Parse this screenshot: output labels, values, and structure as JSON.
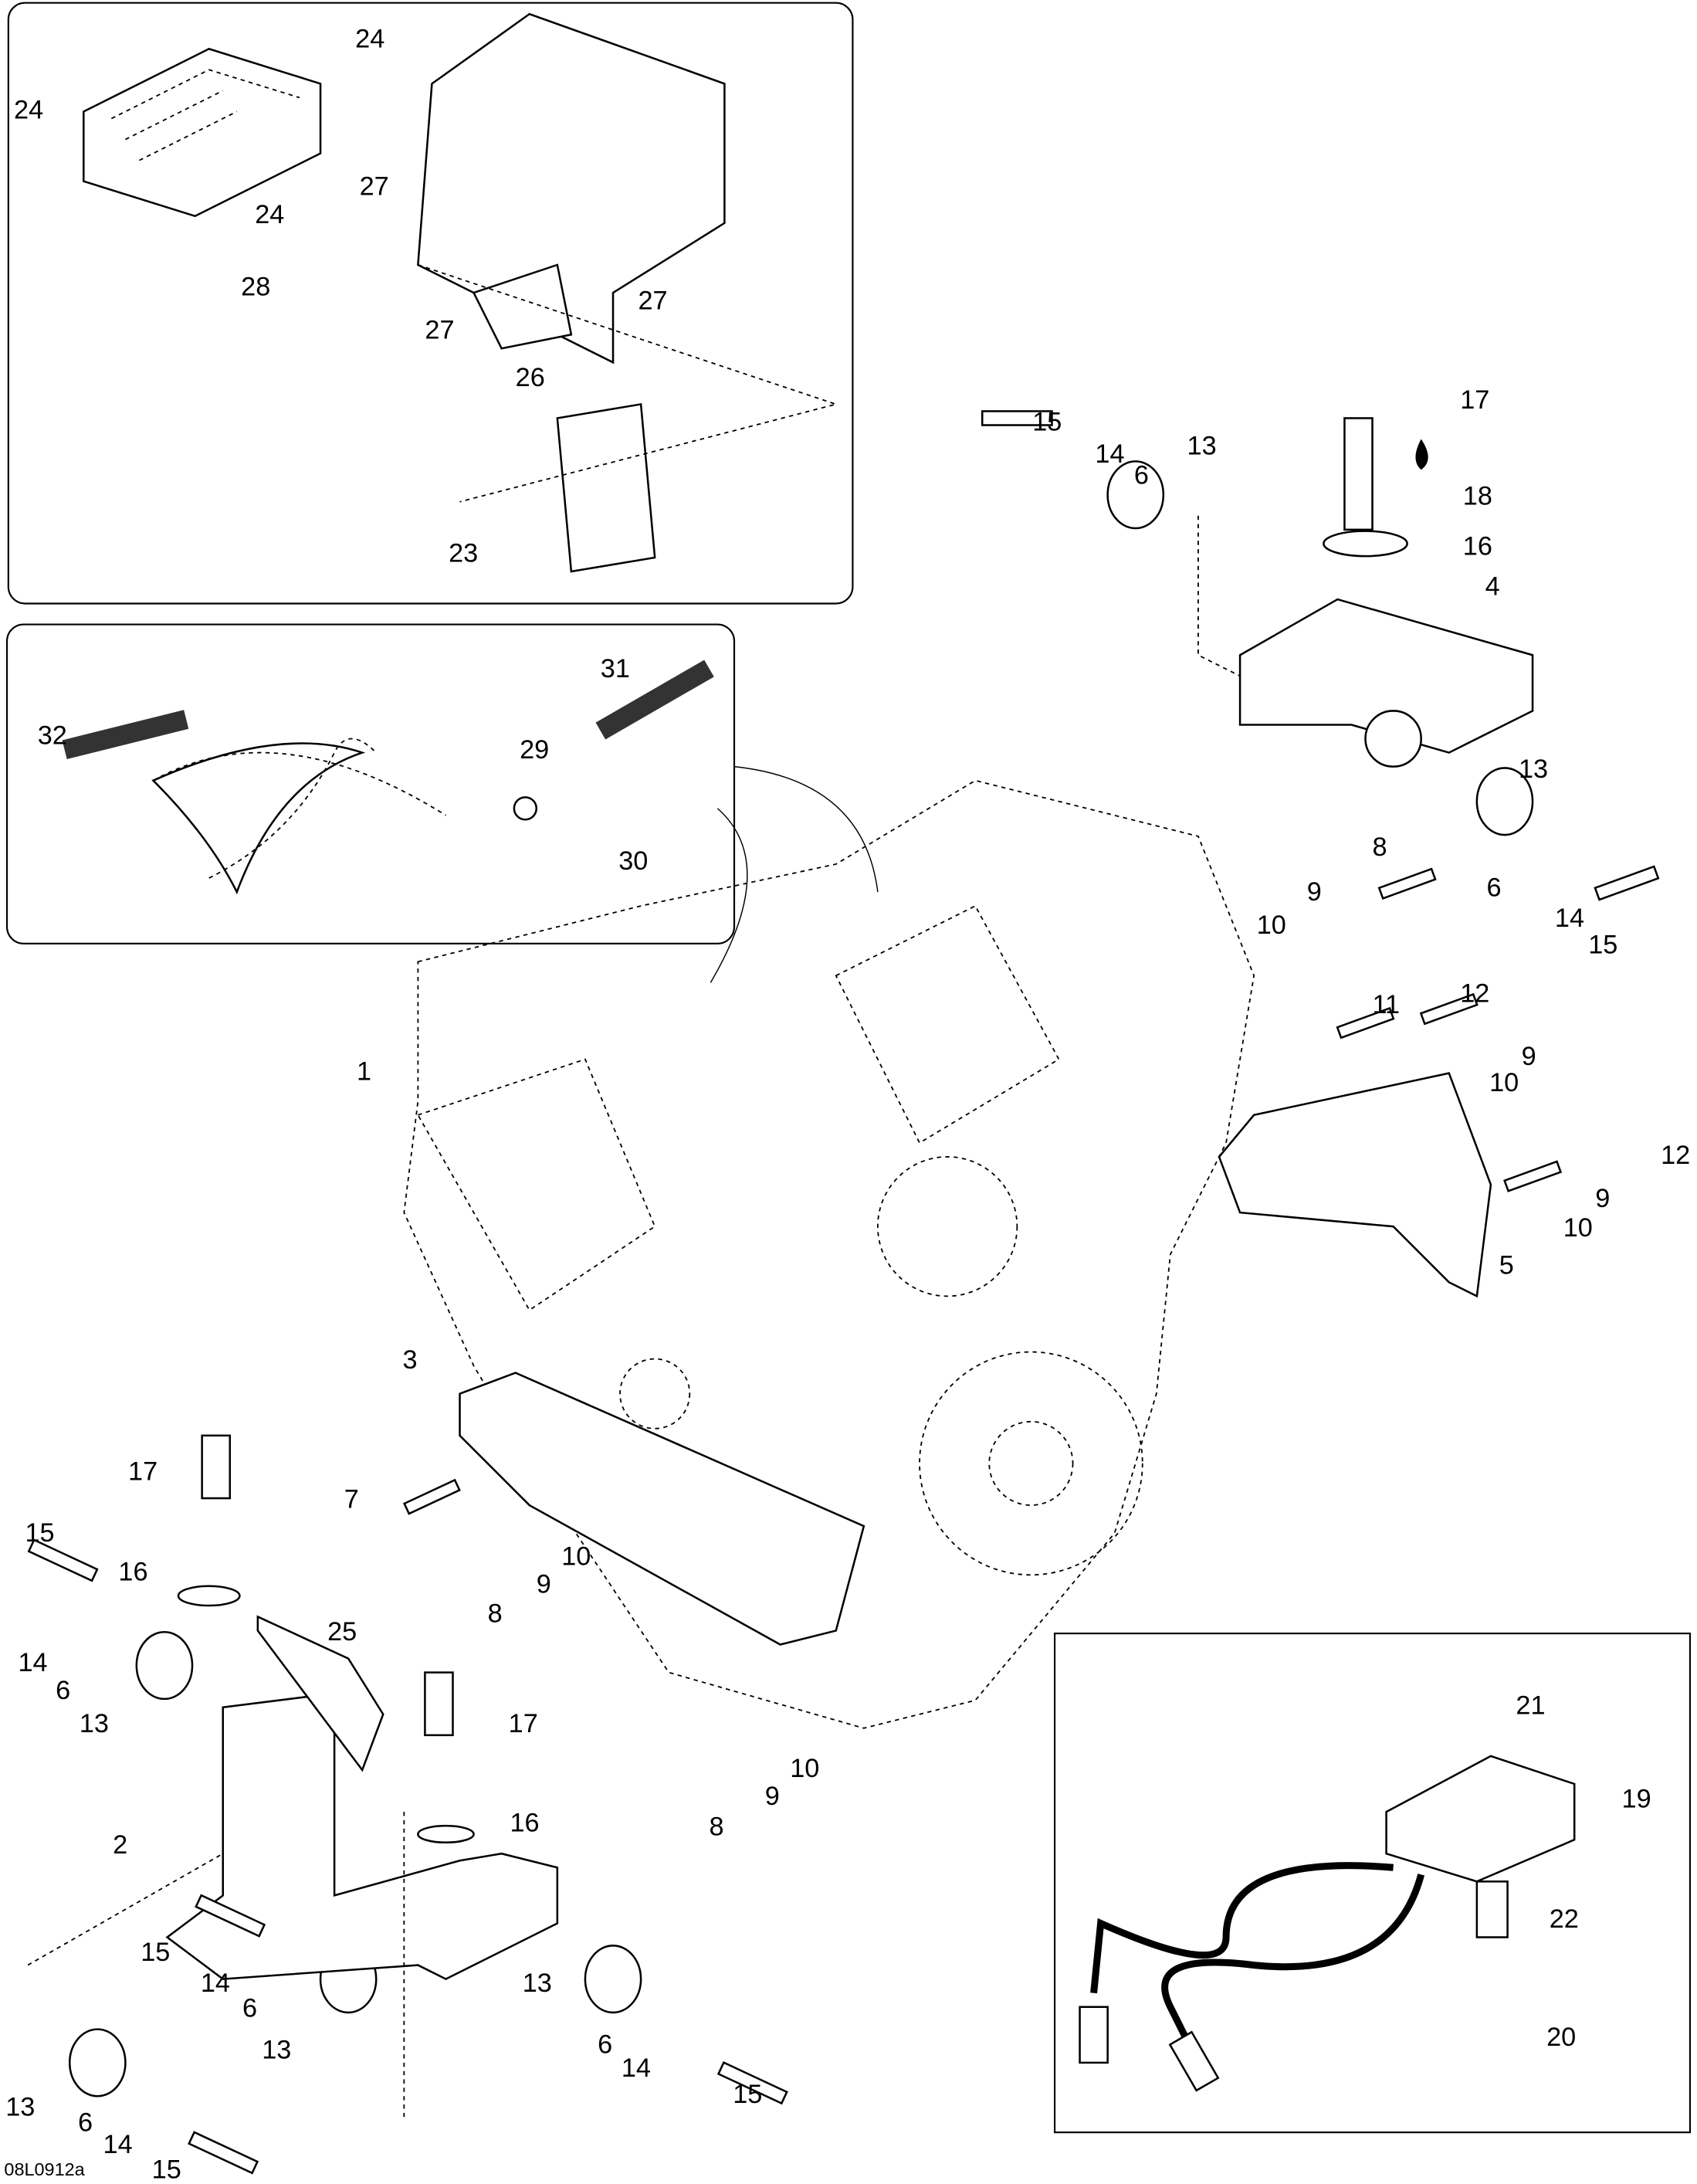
{
  "diagram": {
    "drawing_code": "08L0912a",
    "callouts": [
      "24",
      "24",
      "24",
      "27",
      "28",
      "27",
      "26",
      "27",
      "23",
      "32",
      "31",
      "29",
      "30",
      "15",
      "14",
      "6",
      "13",
      "17",
      "18",
      "16",
      "4",
      "13",
      "8",
      "9",
      "10",
      "6",
      "14",
      "15",
      "11",
      "12",
      "9",
      "10",
      "12",
      "9",
      "10",
      "5",
      "1",
      "3",
      "7",
      "8",
      "9",
      "10",
      "17",
      "15",
      "16",
      "25",
      "14",
      "6",
      "13",
      "17",
      "16",
      "2",
      "8",
      "9",
      "10",
      "15",
      "14",
      "6",
      "13",
      "6",
      "14",
      "15",
      "13",
      "13",
      "6",
      "14",
      "15",
      "21",
      "19",
      "22",
      "20"
    ]
  }
}
